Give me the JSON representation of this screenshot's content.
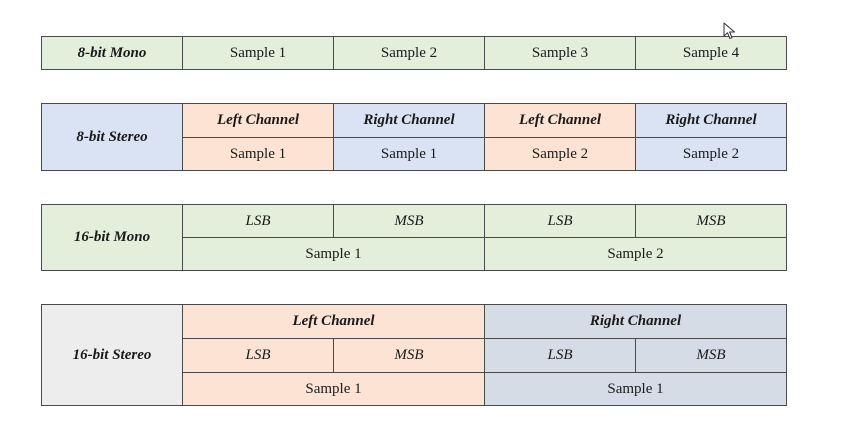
{
  "mono8": {
    "label": "8-bit Mono",
    "samples": [
      "Sample 1",
      "Sample 2",
      "Sample 3",
      "Sample 4"
    ]
  },
  "stereo8": {
    "label": "8-bit Stereo",
    "channels": [
      "Left Channel",
      "Right Channel",
      "Left Channel",
      "Right Channel"
    ],
    "samples": [
      "Sample 1",
      "Sample 1",
      "Sample 2",
      "Sample 2"
    ]
  },
  "mono16": {
    "label": "16-bit Mono",
    "bytes": [
      "LSB",
      "MSB",
      "LSB",
      "MSB"
    ],
    "samples": [
      "Sample 1",
      "Sample 2"
    ]
  },
  "stereo16": {
    "label": "16-bit Stereo",
    "channels": [
      "Left Channel",
      "Right Channel"
    ],
    "bytes": [
      "LSB",
      "MSB",
      "LSB",
      "MSB"
    ],
    "samples": [
      "Sample 1",
      "Sample 1"
    ]
  },
  "colors": {
    "mono": "#e3eedb",
    "left_channel": "#fde3d3",
    "right_channel": "#dae3f3",
    "stereo16_label": "#ededed",
    "stereo16_right": "#d6dce5"
  },
  "icons": {
    "cursor": "mouse-pointer-icon"
  }
}
